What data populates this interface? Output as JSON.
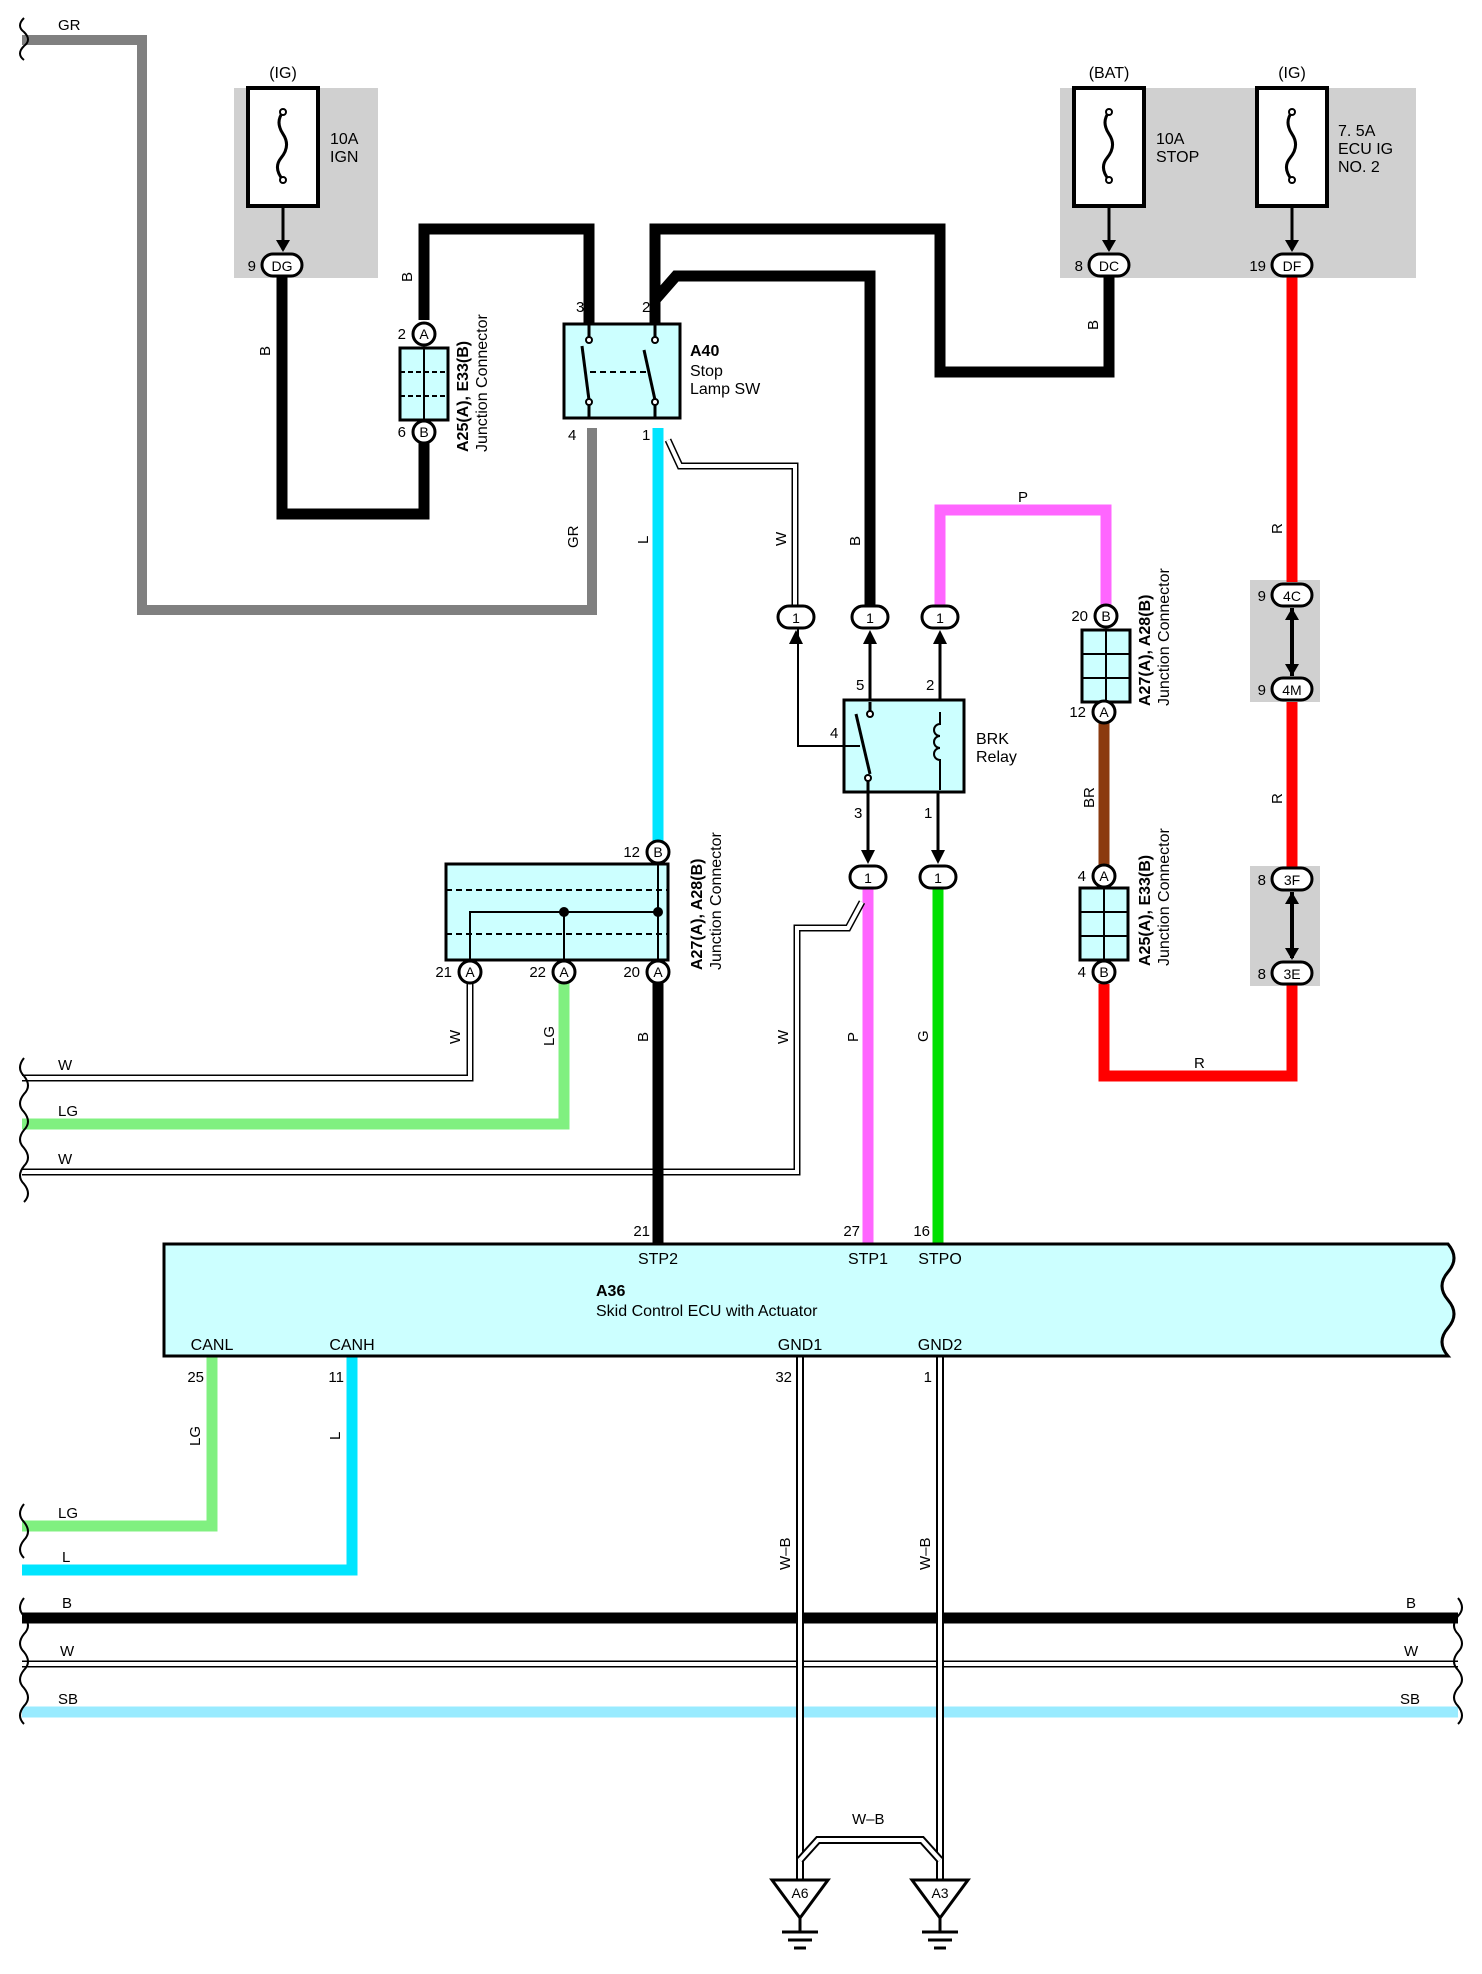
{
  "fuses": {
    "ign": {
      "supply": "(IG)",
      "line1": "10A",
      "line2": "IGN"
    },
    "stop": {
      "supply": "(BAT)",
      "line1": "10A",
      "line2": "STOP"
    },
    "ecu_ig": {
      "supply": "(IG)",
      "line1": "7. 5A",
      "line2": "ECU IG",
      "line3": "NO. 2"
    }
  },
  "junction_block_connectors": {
    "dg": {
      "pin": "9",
      "code": "DG"
    },
    "dc": {
      "pin": "8",
      "code": "DC"
    },
    "df": {
      "pin": "19",
      "code": "DF"
    },
    "c4c": {
      "pin": "9",
      "code": "4C"
    },
    "c4m": {
      "pin": "9",
      "code": "4M"
    },
    "c3f": {
      "pin": "8",
      "code": "3F"
    },
    "c3e": {
      "pin": "8",
      "code": "3E"
    }
  },
  "stop_lamp_sw": {
    "code": "A40",
    "line1": "Stop",
    "line2": "Lamp SW",
    "pin3": "3",
    "pin2": "2",
    "pin4": "4",
    "pin1": "1"
  },
  "brk_relay": {
    "line1": "BRK",
    "line2": "Relay",
    "pin5": "5",
    "pin2": "2",
    "pin4": "4",
    "pin3": "3",
    "pin1": "1"
  },
  "relay_plugs": {
    "p1": "1"
  },
  "jc_a25_top": {
    "title": "A25(A), E33(B)",
    "subtitle": "Junction Connector",
    "pin_top": "2",
    "cav_top": "A",
    "pin_bot": "6",
    "cav_bot": "B"
  },
  "jc_a27_right": {
    "title": "A27(A), A28(B)",
    "subtitle": "Junction Connector",
    "pin_top": "20",
    "cav_top": "B",
    "pin_bot": "12",
    "cav_bot": "A"
  },
  "jc_a25_right": {
    "title": "A25(A), E33(B)",
    "subtitle": "Junction Connector",
    "pin_top": "4",
    "cav_top": "A",
    "pin_bot": "4",
    "cav_bot": "B"
  },
  "jc_a27_mid": {
    "title": "A27(A), A28(B)",
    "subtitle": "Junction Connector",
    "pin_top": "12",
    "cav_top": "B",
    "pin_l": "21",
    "cav_l": "A",
    "pin_m": "22",
    "cav_m": "A",
    "pin_r": "20",
    "cav_r": "A"
  },
  "ecu": {
    "code": "A36",
    "name": "Skid Control ECU with Actuator",
    "stp2": "STP2",
    "stp1": "STP1",
    "stpo": "STPO",
    "pin_stp2": "21",
    "pin_stp1": "27",
    "pin_stpo": "16",
    "canl": "CANL",
    "canh": "CANH",
    "gnd1": "GND1",
    "gnd2": "GND2",
    "pin_canl": "25",
    "pin_canh": "11",
    "pin_gnd1": "32",
    "pin_gnd2": "1"
  },
  "grounds": {
    "a6": "A6",
    "a3": "A3"
  },
  "wires": {
    "gr": "GR",
    "b": "B",
    "l": "L",
    "w": "W",
    "p": "P",
    "g": "G",
    "r": "R",
    "br": "BR",
    "lg": "LG",
    "sb": "SB",
    "wb": "W–B"
  },
  "colors": {
    "B": "#000000",
    "GR": "#808080",
    "L": "#00e5ff",
    "P": "#ff66ff",
    "G": "#00e000",
    "R": "#ff0000",
    "BR": "#8b3a0f",
    "LG": "#80f080",
    "SB": "#99ebff",
    "box": "#ccffff",
    "fusebox": "#d0d0d0"
  }
}
